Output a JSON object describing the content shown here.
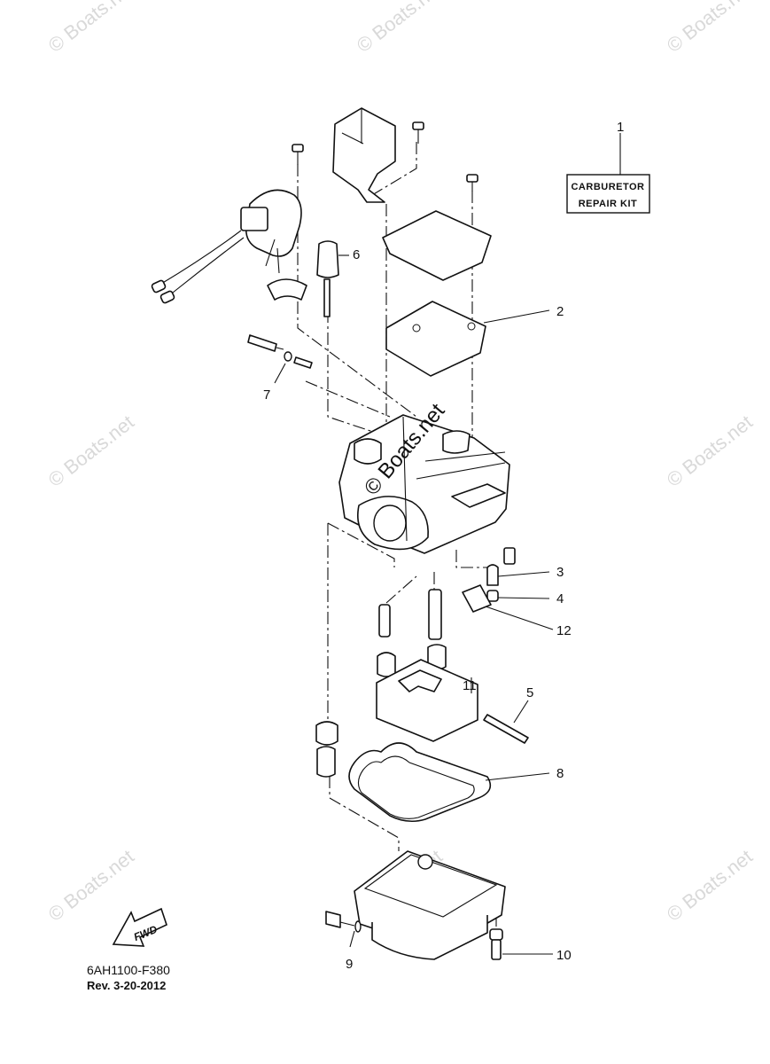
{
  "kit_box": {
    "line1": "CARBURETOR",
    "line2": "REPAIR KIT"
  },
  "callouts": [
    {
      "id": "1",
      "label": "1"
    },
    {
      "id": "2",
      "label": "2"
    },
    {
      "id": "3",
      "label": "3"
    },
    {
      "id": "4",
      "label": "4"
    },
    {
      "id": "5",
      "label": "5"
    },
    {
      "id": "6",
      "label": "6"
    },
    {
      "id": "7",
      "label": "7"
    },
    {
      "id": "8",
      "label": "8"
    },
    {
      "id": "9",
      "label": "9"
    },
    {
      "id": "10",
      "label": "10"
    },
    {
      "id": "11",
      "label": "11"
    },
    {
      "id": "12",
      "label": "12"
    }
  ],
  "fwd_label": "FWD",
  "center_watermark": "© Boats.net",
  "watermark": "© Boats.net",
  "footer": {
    "code": "6AH1100-F380",
    "revision": "Rev.  3-20-2012"
  }
}
